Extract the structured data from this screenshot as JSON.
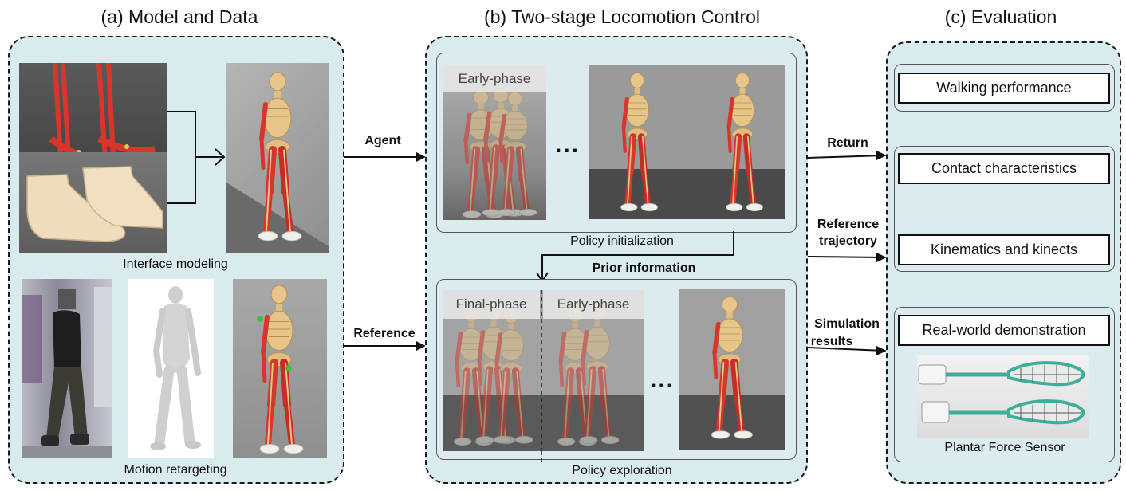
{
  "titles": {
    "a": "(a) Model and Data",
    "b": "(b) Two-stage Locomotion Control",
    "c": "(c) Evaluation"
  },
  "panel_a": {
    "interface_caption": "Interface modeling",
    "motion_caption": "Motion retargeting"
  },
  "panel_b": {
    "init_caption": "Policy initialization",
    "explore_caption": "Policy exploration",
    "prior_label": "Prior information",
    "early_phase": "Early-phase",
    "final_phase": "Final-phase",
    "early_phase_2": "Early-phase",
    "ellipsis_top": "...",
    "ellipsis_bottom": "..."
  },
  "arrows": {
    "agent": "Agent",
    "reference": "Reference",
    "return": "Return",
    "reference_trajectory_1": "Reference",
    "reference_trajectory_2": "trajectory",
    "simulation_results_1": "Simulation",
    "simulation_results_2": "results"
  },
  "panel_c": {
    "walking": "Walking performance",
    "contact": "Contact characteristics",
    "kinematics": "Kinematics and kinects",
    "realworld": "Real-world demonstration",
    "sensor_caption": "Plantar Force Sensor"
  },
  "colors": {
    "panel_bg": "#d9ebec",
    "muscle_red": "#d8362b",
    "bone": "#e6c58a",
    "sensor_green": "#3fae98",
    "floor_dark": "#4a4a4a",
    "floor_light": "#9a9a9a"
  }
}
